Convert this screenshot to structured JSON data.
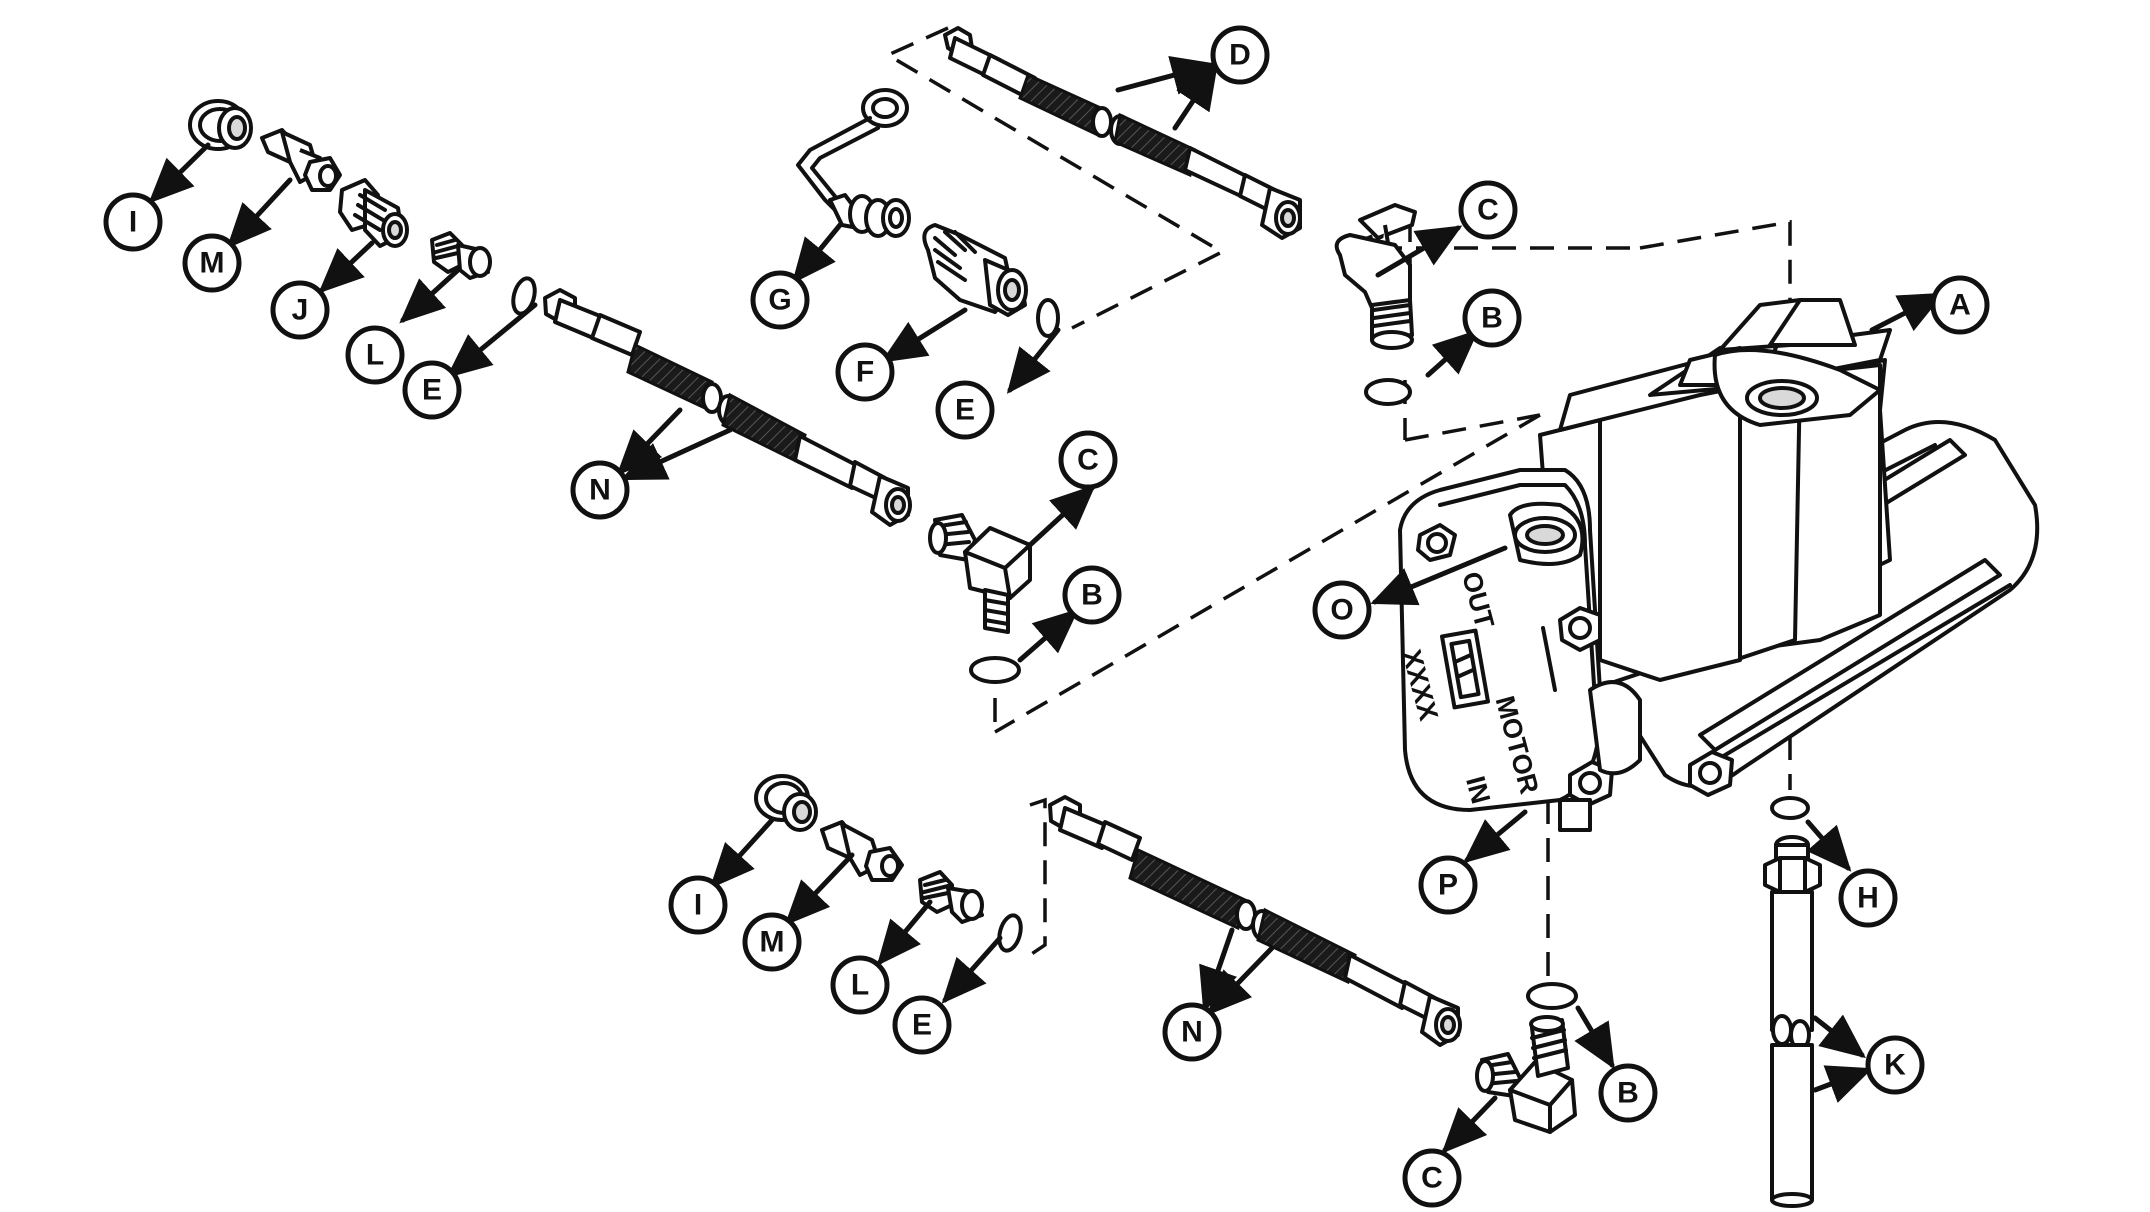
{
  "diagram": {
    "type": "exploded-parts-view",
    "motor_text": {
      "out": "OUT",
      "in": "IN",
      "motor": "MOTOR",
      "model": "XXXX"
    },
    "callouts": [
      {
        "letter": "A",
        "part": "motor"
      },
      {
        "letter": "B",
        "part": "o-ring-upper"
      },
      {
        "letter": "B",
        "part": "o-ring-middle"
      },
      {
        "letter": "B",
        "part": "o-ring-lower"
      },
      {
        "letter": "C",
        "part": "valve-upper"
      },
      {
        "letter": "C",
        "part": "elbow-middle"
      },
      {
        "letter": "C",
        "part": "elbow-lower"
      },
      {
        "letter": "D",
        "part": "hose-top"
      },
      {
        "letter": "E",
        "part": "o-ring-left"
      },
      {
        "letter": "E",
        "part": "o-ring-center"
      },
      {
        "letter": "E",
        "part": "o-ring-bottom-left"
      },
      {
        "letter": "F",
        "part": "adapter"
      },
      {
        "letter": "G",
        "part": "tube-assembly"
      },
      {
        "letter": "H",
        "part": "o-ring-right"
      },
      {
        "letter": "I",
        "part": "cap-upper"
      },
      {
        "letter": "I",
        "part": "cap-lower"
      },
      {
        "letter": "J",
        "part": "coupling"
      },
      {
        "letter": "K",
        "part": "shaft"
      },
      {
        "letter": "L",
        "part": "nipple-upper"
      },
      {
        "letter": "L",
        "part": "nipple-lower"
      },
      {
        "letter": "M",
        "part": "quick-disconnect-upper"
      },
      {
        "letter": "M",
        "part": "quick-disconnect-lower"
      },
      {
        "letter": "N",
        "part": "hose-middle"
      },
      {
        "letter": "N",
        "part": "hose-lower"
      },
      {
        "letter": "O",
        "part": "out-port"
      },
      {
        "letter": "P",
        "part": "in-port"
      }
    ]
  }
}
